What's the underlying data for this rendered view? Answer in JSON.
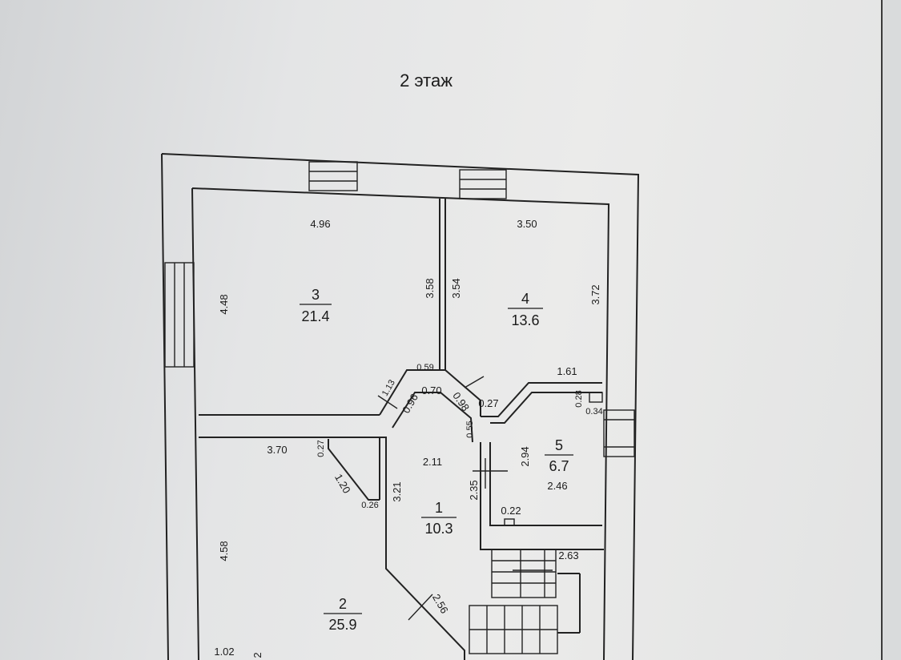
{
  "title": "2 этаж",
  "rooms": [
    {
      "number": "3",
      "area": "21.4"
    },
    {
      "number": "4",
      "area": "13.6"
    },
    {
      "number": "1",
      "area": "10.3"
    },
    {
      "number": "2",
      "area": "25.9"
    },
    {
      "number": "5",
      "area": "6.7"
    }
  ],
  "dimensions": {
    "r3_width": "4.96",
    "r3_height": "4.48",
    "r3_partition": "3.58",
    "r4_partition": "3.54",
    "r4_width": "3.50",
    "r4_height": "3.72",
    "hall_059": "0.59",
    "hall_113": "1.13",
    "hall_070": "0.70",
    "hall_096": "0.96",
    "hall_098": "0.98",
    "hall_027a": "0.27",
    "hall_055": "0.55",
    "r5_161": "1.61",
    "r5_028": "0.28",
    "r5_034": "0.34",
    "r5_height": "2.94",
    "r5_width": "2.46",
    "r5_022": "0.22",
    "r1_211": "2.11",
    "r1_235": "2.35",
    "r1_321": "3.21",
    "r1_256": "2.56",
    "r2_width": "3.70",
    "r2_027": "0.27",
    "r2_120": "1.20",
    "r2_026": "0.26",
    "r2_height": "4.58",
    "r2_102": "1.02",
    "stair_263": "2.63",
    "edge_2": "2"
  }
}
